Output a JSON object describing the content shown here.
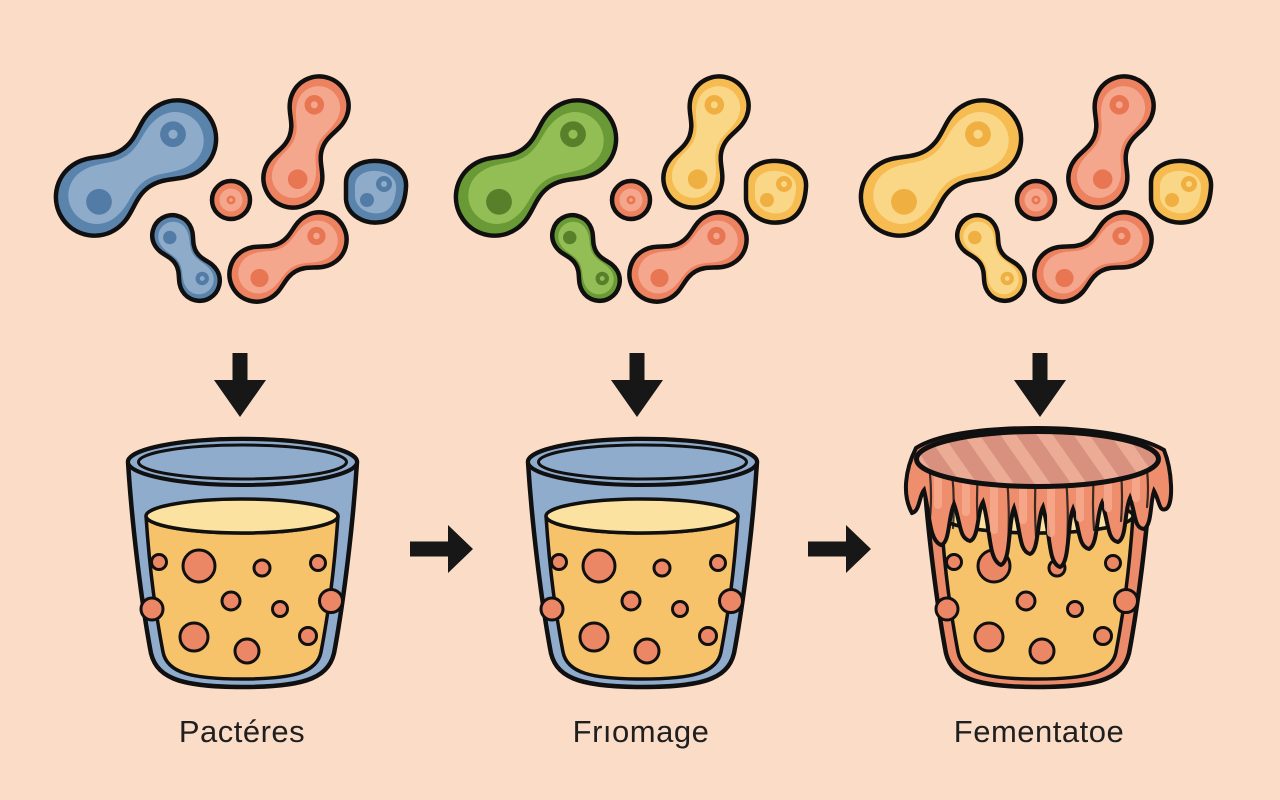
{
  "diagram": {
    "type": "fermentation-process-illustration",
    "background_color": "#FBDCC7",
    "stages": [
      {
        "label": "Pactéres",
        "bacteria_per_cluster": 6,
        "bacteria_palette": [
          "blue",
          "salmon"
        ],
        "vessel": "blue glass bowl with golden bubbling culture"
      },
      {
        "label": "Frıomage",
        "bacteria_per_cluster": 6,
        "bacteria_palette": [
          "green",
          "yellow",
          "salmon"
        ],
        "vessel": "blue glass bowl with golden bubbling culture"
      },
      {
        "label": "Fementatoe",
        "bacteria_per_cluster": 6,
        "bacteria_palette": [
          "yellow",
          "salmon"
        ],
        "vessel": "salmon bowl overflowing with dripping striped culture lid"
      }
    ],
    "arrows": {
      "down_arrow_icons": 3,
      "right_arrow_icons": 2,
      "color": "#171717"
    }
  },
  "colors": {
    "bg": "#FBDCC7",
    "ink": "#101010",
    "label_ink": "#1F1F1F",
    "arrow": "#171717",
    "blue_outer": "#5B84AC",
    "blue_inner": "#8EACCA",
    "blue_nucleus": "#527CA6",
    "salmon_outer": "#EC8260",
    "salmon_inner": "#F4A78C",
    "salmon_nucleus": "#E87653",
    "green_outer": "#6A9A35",
    "green_inner": "#93BD55",
    "green_nucleus": "#587F2A",
    "yellow_outer": "#F6BC51",
    "yellow_inner": "#FAD687",
    "yellow_nucleus": "#F0AF41",
    "glass_wall": "#8FACCD",
    "liquid": "#F6C26A",
    "liquid_surface": "#FBE2A0",
    "bubble": "#EC8766",
    "vessel3_wall": "#EC8B69",
    "drip": "#EF8E6C",
    "drip_stripe_light": "#F8AB8D",
    "lid_base": "#D8917F",
    "lid_stripe": "#EBAB94"
  }
}
